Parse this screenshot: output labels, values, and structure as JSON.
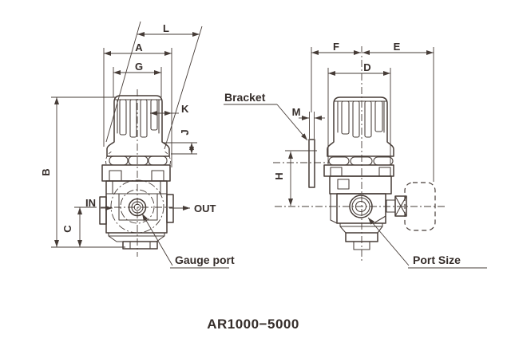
{
  "diagram": {
    "title": "AR1000−5000",
    "colors": {
      "line": "#463c37",
      "text": "#352d2a",
      "background": "#ffffff"
    },
    "front_view": {
      "dim_L": "L",
      "dim_A": "A",
      "dim_G": "G",
      "dim_K": "K",
      "dim_J": "J",
      "dim_B": "B",
      "dim_C": "C",
      "label_in": "IN",
      "label_out": "OUT",
      "label_gauge_port": "Gauge port"
    },
    "side_view": {
      "dim_F": "F",
      "dim_E": "E",
      "dim_D": "D",
      "dim_M": "M",
      "dim_H": "H",
      "label_bracket": "Bracket",
      "label_port_size": "Port Size"
    }
  }
}
